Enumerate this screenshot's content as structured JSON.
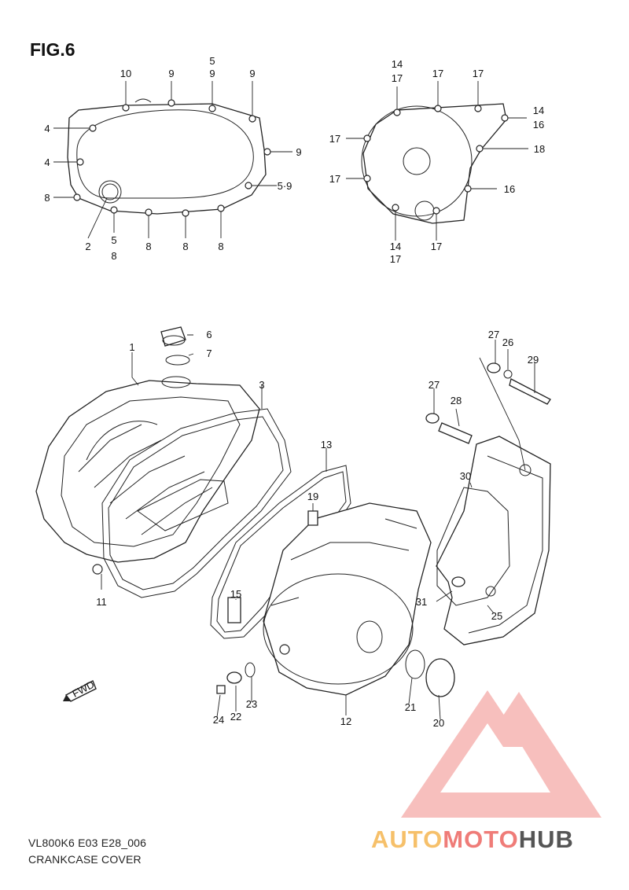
{
  "figure": {
    "title": "FIG.6"
  },
  "footer": {
    "model_code": "VL800K6 E03 E28_006",
    "section_name": "CRANKCASE COVER"
  },
  "watermark": {
    "text_parts": [
      "AUTO",
      "MOTO",
      "HUB"
    ],
    "colors": {
      "auto": "#f6c06a",
      "moto": "#ef7c78",
      "hub": "#555555",
      "logo": "#f08a86"
    }
  },
  "fwd_badge": "FWD",
  "callouts": {
    "top_left": [
      "10",
      "9",
      "5",
      "9",
      "9",
      "4",
      "4",
      "9",
      "8",
      "5·9",
      "2",
      "5",
      "8",
      "8",
      "8",
      "8"
    ],
    "top_right": [
      "14",
      "17",
      "17",
      "17",
      "14",
      "16",
      "17",
      "18",
      "17",
      "16",
      "14",
      "17",
      "17"
    ],
    "main": [
      "1",
      "6",
      "7",
      "3",
      "11",
      "13",
      "19",
      "15",
      "12",
      "22",
      "23",
      "24",
      "27",
      "26",
      "29",
      "27",
      "28",
      "30",
      "31",
      "25",
      "21",
      "20"
    ]
  }
}
